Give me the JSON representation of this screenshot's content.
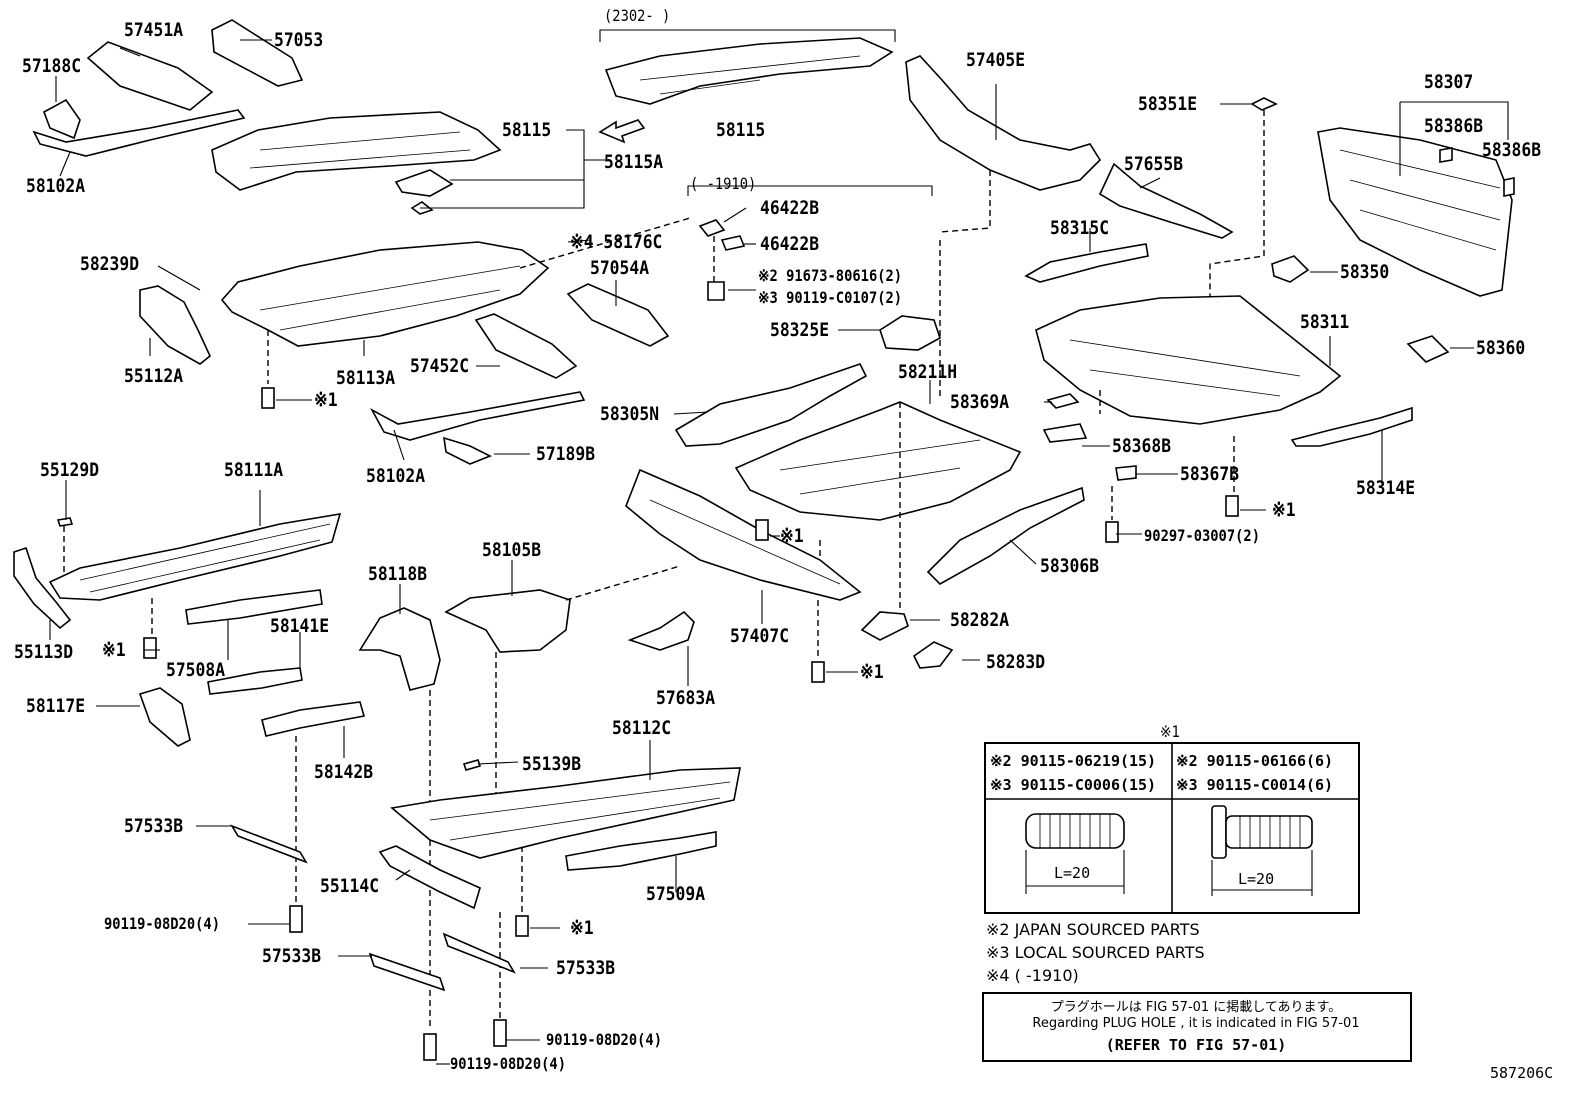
{
  "labels": {
    "p57451A": "57451A",
    "p57053": "57053",
    "p57188C": "57188C",
    "p58102A_top": "58102A",
    "p58115_a": "58115",
    "p58115A": "58115A",
    "p58115_b": "58115",
    "range_2302": "(2302-    )",
    "range_1910": "(     -1910)",
    "p46422B_a": "46422B",
    "p46422B_b": "46422B",
    "p58176C": "※4 58176C",
    "p91673": "※2 91673-80616(2)",
    "p90119_c0107": "※3 90119-C0107(2)",
    "p57054A": "57054A",
    "p58239D": "58239D",
    "p55112A": "55112A",
    "p58113A": "58113A",
    "p57452C": "57452C",
    "p58325E": "58325E",
    "p58102A_mid": "58102A",
    "p57189B": "57189B",
    "p58305N": "58305N",
    "p58211H": "58211H",
    "mark1_a": "※1",
    "p57405E": "57405E",
    "p58351E": "58351E",
    "p57655B": "57655B",
    "p58307": "58307",
    "p58386B_a": "58386B",
    "p58386B_b": "58386B",
    "p58315C": "58315C",
    "p58350": "58350",
    "p58311": "58311",
    "p58360": "58360",
    "p58369A": "58369A",
    "p58368B": "58368B",
    "p58367B": "58367B",
    "mark1_b": "※1",
    "p90297": "90297-03007(2)",
    "p58314E": "58314E",
    "p58306B": "58306B",
    "p55129D": "55129D",
    "p58111A": "58111A",
    "p55113D": "55113D",
    "mark1_c": "※1",
    "p58141E": "58141E",
    "p57508A": "57508A",
    "p58118B": "58118B",
    "p58105B": "58105B",
    "mark1_d": "※1",
    "p57407C": "57407C",
    "p58282A": "58282A",
    "p58283D": "58283D",
    "mark1_e": "※1",
    "p57683A": "57683A",
    "p58117E": "58117E",
    "p58142B": "58142B",
    "p55139B": "55139B",
    "p58112C": "58112C",
    "p57533B_a": "57533B",
    "p55114C": "55114C",
    "p57509A": "57509A",
    "p90119_08d20_a": "90119-08D20(4)",
    "mark1_f": "※1",
    "p57533B_b": "57533B",
    "p57533B_c": "57533B",
    "p90119_08d20_b": "90119-08D20(4)",
    "p90119_08d20_c": "90119-08D20(4)"
  },
  "legend": {
    "title": "※1",
    "left_row1": "※2 90115-06219(15)",
    "left_row2": "※3 90115-C0006(15)",
    "right_row1": "※2 90115-06166(6)",
    "right_row2": "※3 90115-C0014(6)",
    "left_dim": "L=20",
    "right_dim": "L=20"
  },
  "notes": {
    "n2": "※2 JAPAN SOURCED PARTS",
    "n3": "※3 LOCAL SOURCED PARTS",
    "n4": "※4 (      -1910)"
  },
  "refbox": {
    "line1": "プラグホールは FIG 57-01 に掲載してあります。",
    "line2": "Regarding  PLUG HOLE , it is indicated in FIG  57-01",
    "line3": "(REFER TO FIG 57-01)"
  },
  "figure_code": "587206C"
}
